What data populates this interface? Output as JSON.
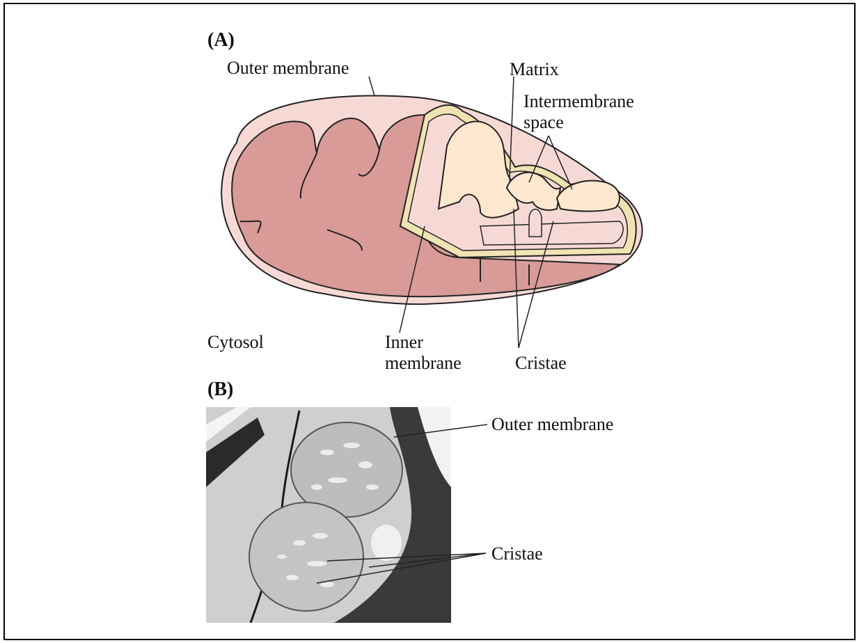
{
  "panel_a": {
    "title": "(A)",
    "labels": {
      "outer_membrane": "Outer membrane",
      "matrix": "Matrix",
      "intermembrane_line1": "Intermembrane",
      "intermembrane_line2": "space",
      "cytosol": "Cytosol",
      "inner_line1": "Inner",
      "inner_line2": "membrane",
      "cristae": "Cristae"
    }
  },
  "panel_b": {
    "title": "(B)",
    "labels": {
      "outer_membrane": "Outer membrane",
      "cristae": "Cristae"
    }
  },
  "colors": {
    "outer_fill": "#f6d9d5",
    "inner_fill": "#d89b98",
    "membrane_band": "#efe3b3",
    "matrix_fill": "#fde8cf",
    "micrograph_bg": "#cfcfcf"
  }
}
